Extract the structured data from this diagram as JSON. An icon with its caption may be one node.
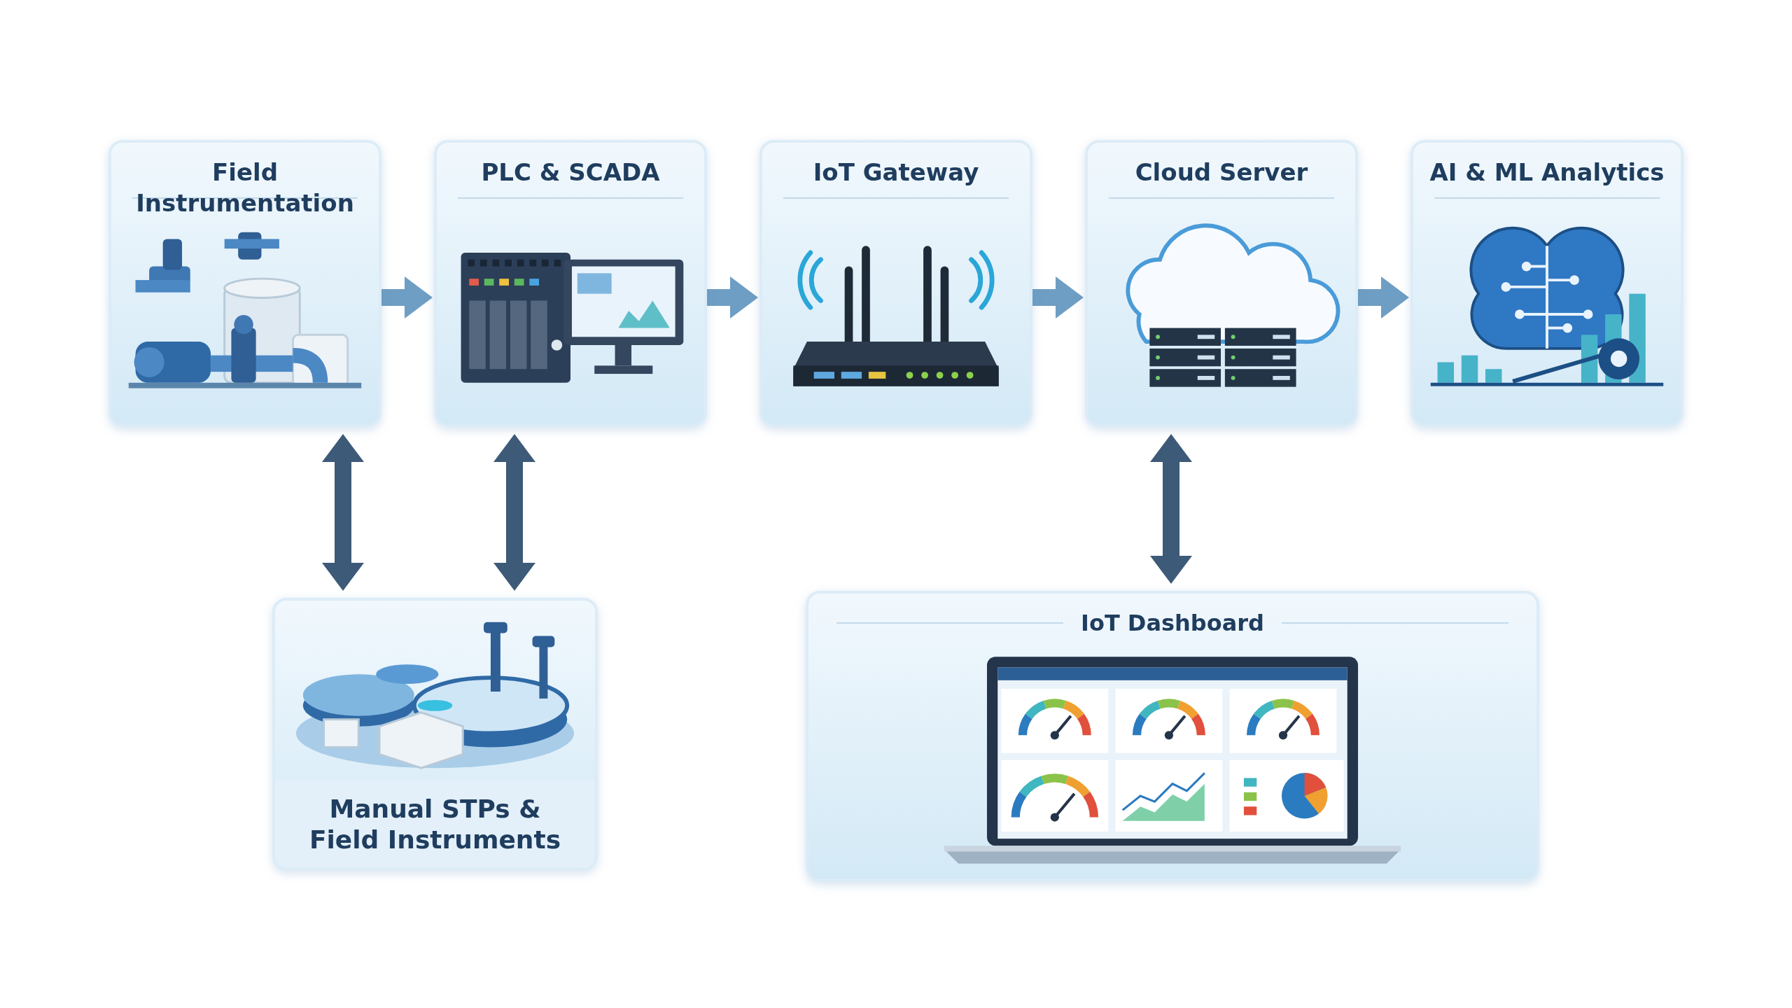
{
  "diagram": {
    "nodes": [
      {
        "text": [
          "Field Instrumentation"
        ]
      },
      {
        "text": [
          "PLC & SCADA"
        ]
      },
      {
        "text": [
          "IoT Gateway"
        ]
      },
      {
        "text": [
          "Cloud Server"
        ]
      },
      {
        "text": [
          "AI & ML Analytics"
        ]
      },
      {
        "text": [
          "Manual STPs & Field Instruments"
        ]
      },
      {
        "text": [
          "IoT Dashboard"
        ]
      }
    ],
    "edges": [
      {
        "from": 0,
        "to": 1,
        "arrow": "to"
      },
      {
        "from": 1,
        "to": 2,
        "arrow": "to"
      },
      {
        "from": 2,
        "to": 3,
        "arrow": "to"
      },
      {
        "from": 3,
        "to": 4,
        "arrow": "to"
      },
      {
        "from": 0,
        "to": 5,
        "arrow": "both",
        "color": "#3d5a78"
      },
      {
        "from": 1,
        "to": 5,
        "arrow": "both",
        "color": "#3d5a78"
      },
      {
        "from": 3,
        "to": 6,
        "arrow": "both",
        "color": "#3d5a78"
      }
    ]
  }
}
